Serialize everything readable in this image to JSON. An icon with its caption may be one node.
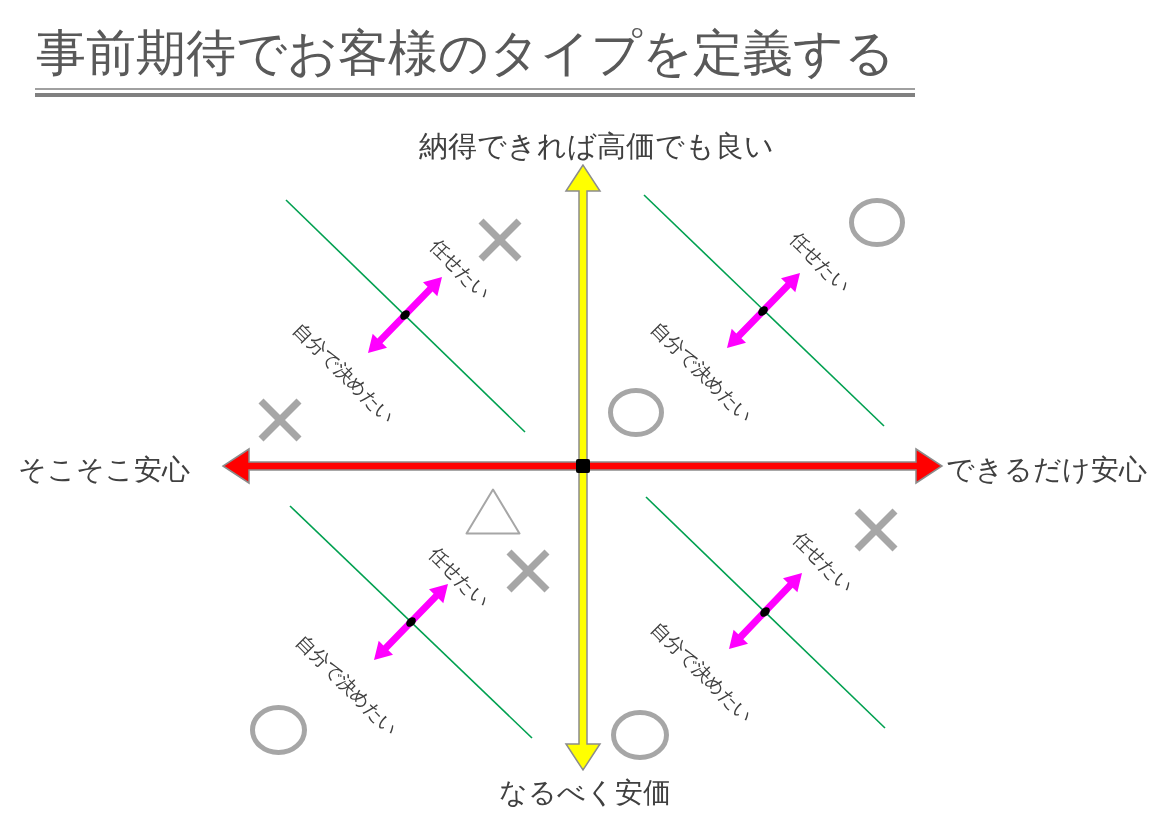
{
  "diagram": {
    "title": "事前期待でお客様のタイプを定義する",
    "labels": [
      "納得できれば高価でも良い",
      "任せたい",
      "自分で決めたい",
      "任せたい",
      "自分で決めたい",
      "そこそこ安心",
      "できるだけ安心",
      "任せたい",
      "自分で決めたい",
      "任せたい",
      "自分で決めたい",
      "なるべく安価"
    ]
  }
}
